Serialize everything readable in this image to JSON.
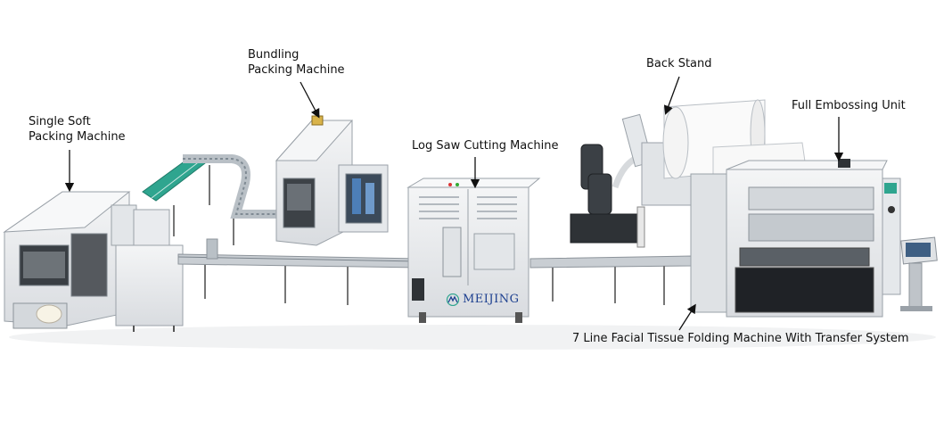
{
  "labels": {
    "single_soft": [
      "Single Soft",
      "Packing Machine"
    ],
    "bundling": [
      "Bundling",
      "Packing Machine"
    ],
    "log_saw": "Log Saw Cutting Machine",
    "back_stand": "Back Stand",
    "full_embossing": "Full Embossing Unit",
    "folding_machine": "7 Line Facial Tissue Folding Machine With Transfer System"
  },
  "brand": {
    "name": "MEIJING",
    "color": "#1c3f8f"
  },
  "colors": {
    "machine_body": "#eceef0",
    "machine_edge": "#9aa1a8",
    "dark_part": "#2e3236",
    "conveyor": "#c9ced3",
    "accent_green": "#2fa58f"
  }
}
